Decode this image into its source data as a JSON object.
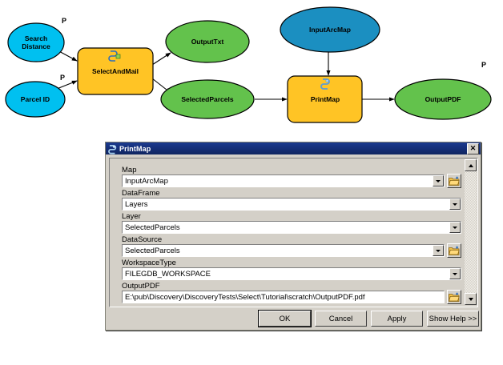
{
  "model": {
    "nodes": [
      {
        "id": "search-distance",
        "label": "Search\nDistance",
        "type": "variable-input",
        "color": "#00c0f0",
        "shape": "ellipse",
        "parameter": true
      },
      {
        "id": "parcel-id",
        "label": "Parcel ID",
        "type": "variable-input",
        "color": "#00c0f0",
        "shape": "ellipse",
        "parameter": true
      },
      {
        "id": "select-and-mail",
        "label": "SelectAndMail",
        "type": "tool",
        "color": "#ffc425",
        "shape": "rounded-rect",
        "parameter": false
      },
      {
        "id": "output-txt",
        "label": "OutputTxt",
        "type": "variable-output",
        "color": "#63c24c",
        "shape": "ellipse",
        "parameter": false
      },
      {
        "id": "selected-parcels",
        "label": "SelectedParcels",
        "type": "variable-output",
        "color": "#63c24c",
        "shape": "ellipse",
        "parameter": false
      },
      {
        "id": "input-arcmap",
        "label": "InputArcMap",
        "type": "variable-input",
        "color": "#1b8fc1",
        "shape": "ellipse",
        "parameter": false
      },
      {
        "id": "print-map",
        "label": "PrintMap",
        "type": "tool",
        "color": "#ffc425",
        "shape": "rounded-rect",
        "parameter": false
      },
      {
        "id": "output-pdf",
        "label": "OutputPDF",
        "type": "variable-output",
        "color": "#63c24c",
        "shape": "ellipse",
        "parameter": true
      }
    ],
    "parameter_flags": [
      {
        "for": "search-distance",
        "label": "P"
      },
      {
        "for": "parcel-id",
        "label": "P"
      },
      {
        "for": "output-pdf",
        "label": "P"
      }
    ],
    "connections": [
      {
        "from": "search-distance",
        "to": "select-and-mail"
      },
      {
        "from": "parcel-id",
        "to": "select-and-mail"
      },
      {
        "from": "select-and-mail",
        "to": "output-txt"
      },
      {
        "from": "select-and-mail",
        "to": "selected-parcels"
      },
      {
        "from": "selected-parcels",
        "to": "print-map"
      },
      {
        "from": "input-arcmap",
        "to": "print-map"
      },
      {
        "from": "print-map",
        "to": "output-pdf"
      }
    ]
  },
  "dialog": {
    "title": "PrintMap",
    "title_icon": "script-tool-icon",
    "close_label": "✕",
    "fields": [
      {
        "name": "map",
        "label": "Map",
        "value": "InputArcMap",
        "has_dropdown": true,
        "has_browse": true
      },
      {
        "name": "dataframe",
        "label": "DataFrame",
        "value": "Layers",
        "has_dropdown": true,
        "has_browse": false
      },
      {
        "name": "layer",
        "label": "Layer",
        "value": "SelectedParcels",
        "has_dropdown": true,
        "has_browse": false
      },
      {
        "name": "datasource",
        "label": "DataSource",
        "value": "SelectedParcels",
        "has_dropdown": true,
        "has_browse": true
      },
      {
        "name": "workspacetype",
        "label": "WorkspaceType",
        "value": "FILEGDB_WORKSPACE",
        "has_dropdown": true,
        "has_browse": false
      },
      {
        "name": "outputpdf",
        "label": "OutputPDF",
        "value": "E:\\pub\\Discovery\\DiscoveryTests\\Select\\Tutorial\\scratch\\OutputPDF.pdf",
        "has_dropdown": false,
        "has_browse": true
      }
    ],
    "buttons": [
      {
        "name": "ok",
        "label": "OK",
        "default": true
      },
      {
        "name": "cancel",
        "label": "Cancel",
        "default": false
      },
      {
        "name": "apply",
        "label": "Apply",
        "default": false
      },
      {
        "name": "show-help",
        "label": "Show Help >>",
        "default": false
      }
    ]
  },
  "colors": {
    "input_variable": "#00c0f0",
    "input_arcmap": "#1b8fc1",
    "tool": "#ffc425",
    "output_variable": "#63c24c",
    "dialog_face": "#d4d0c8",
    "titlebar": "#16307a"
  }
}
